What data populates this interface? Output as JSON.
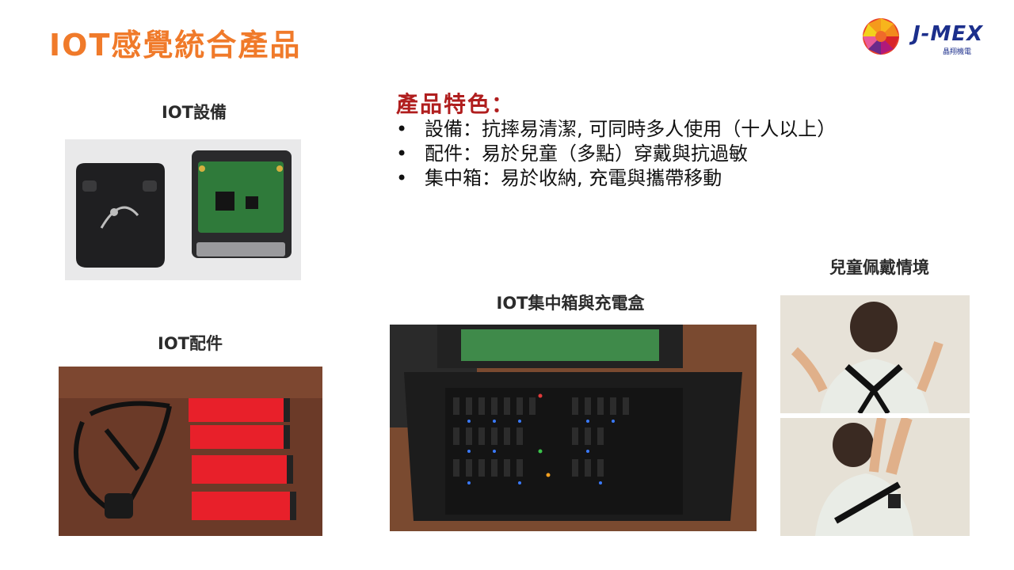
{
  "title": "IOT感覺統合產品",
  "brand": {
    "name": "J-MEX",
    "subtitle": "晶翔機電"
  },
  "features": {
    "title": "產品特色：",
    "items": [
      "設備：抗摔易清潔, 可同時多人使用（十人以上）",
      "配件：易於兒童（多點）穿戴與抗過敏",
      "集中箱：易於收納, 充電與攜帶移動"
    ]
  },
  "sections": {
    "device": "IOT設備",
    "accessory": "IOT配件",
    "box": "IOT集中箱與充電盒",
    "wearing": "兒童佩戴情境"
  },
  "colors": {
    "title": "#f07a2a",
    "features_title": "#b01e1e",
    "strap_red": "#e8202a"
  }
}
